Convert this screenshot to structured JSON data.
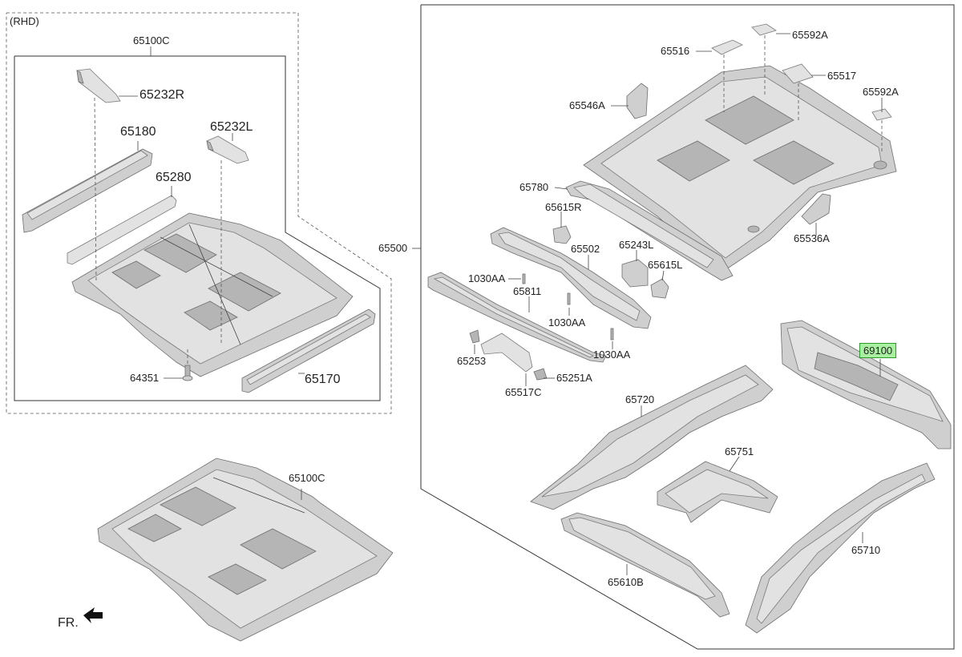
{
  "region_tag": "(RHD)",
  "direction_label": "FR.",
  "parts": {
    "p65100c_top": "65100C",
    "p65232r": "65232R",
    "p65180": "65180",
    "p65232l": "65232L",
    "p65280": "65280",
    "p64351": "64351",
    "p65170": "65170",
    "p65100c_bottom": "65100C",
    "p65500": "65500",
    "p65516": "65516",
    "p65592a_top": "65592A",
    "p65517": "65517",
    "p65546a": "65546A",
    "p65592a_right": "65592A",
    "p65780": "65780",
    "p65615r": "65615R",
    "p65536a": "65536A",
    "p65502": "65502",
    "p65243l": "65243L",
    "p65615l": "65615L",
    "p1030aa_a": "1030AA",
    "p65811": "65811",
    "p1030aa_b": "1030AA",
    "p1030aa_c": "1030AA",
    "p65253": "65253",
    "p65251a": "65251A",
    "p65517c": "65517C",
    "p69100": "69100",
    "p65720": "65720",
    "p65751": "65751",
    "p65710": "65710",
    "p65610b": "65610B"
  },
  "highlight_color": "#a8f0a0"
}
